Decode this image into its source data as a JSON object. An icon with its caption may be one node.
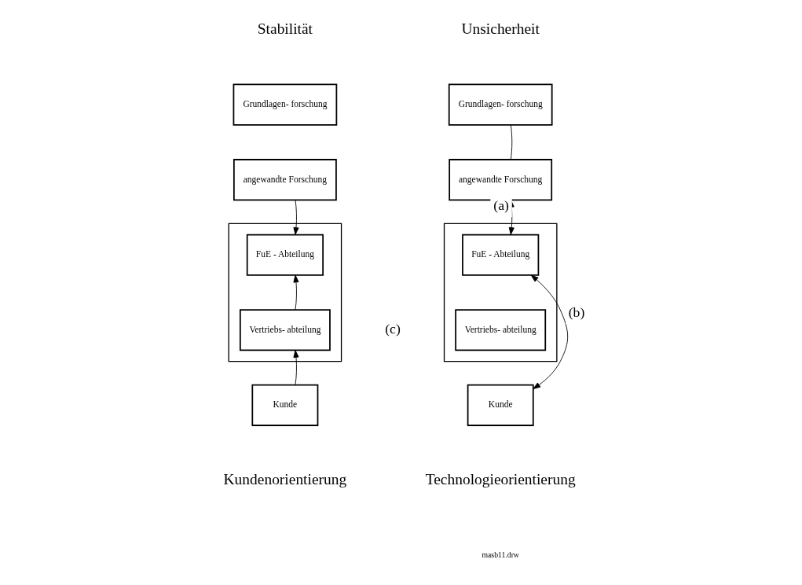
{
  "diagram": {
    "nodes": [
      {
        "text": [
          "Grundlagen- forschung"
        ]
      },
      {
        "text": [
          "angewandte Forschung"
        ]
      },
      {
        "text": [],
        "shape": "box"
      },
      {
        "text": [
          "FuE - Abteilung"
        ],
        "in": 2
      },
      {
        "text": [
          "Vertriebs- abteilung"
        ],
        "in": 2
      },
      {
        "text": [
          "Kunde"
        ]
      },
      {
        "text": [
          "Grundlagen- forschung"
        ]
      },
      {
        "text": [
          "angewandte Forschung"
        ]
      },
      {
        "text": [],
        "shape": "box"
      },
      {
        "text": [
          "FuE - Abteilung"
        ],
        "in": 8
      },
      {
        "text": [
          "Vertriebs- abteilung"
        ],
        "in": 8
      },
      {
        "text": [
          "Kunde"
        ]
      }
    ],
    "edges": [
      {
        "from": 1,
        "to": 3,
        "arrow": "to"
      },
      {
        "from": 4,
        "to": 3,
        "arrow": "to"
      },
      {
        "from": 5,
        "to": 4,
        "arrow": "to"
      },
      {
        "from": 6,
        "to": 7,
        "arrow": "none"
      },
      {
        "from": 7,
        "to": 9,
        "arrow": "both",
        "label": "(a)"
      },
      {
        "from": 9,
        "to": 11,
        "arrow": "both",
        "label": "(b)"
      }
    ],
    "labels": [
      "Stabilität",
      "Unsicherheit",
      "(c)",
      "Kundenorientierung",
      "Technologieorientierung",
      "masb11.drw"
    ]
  }
}
